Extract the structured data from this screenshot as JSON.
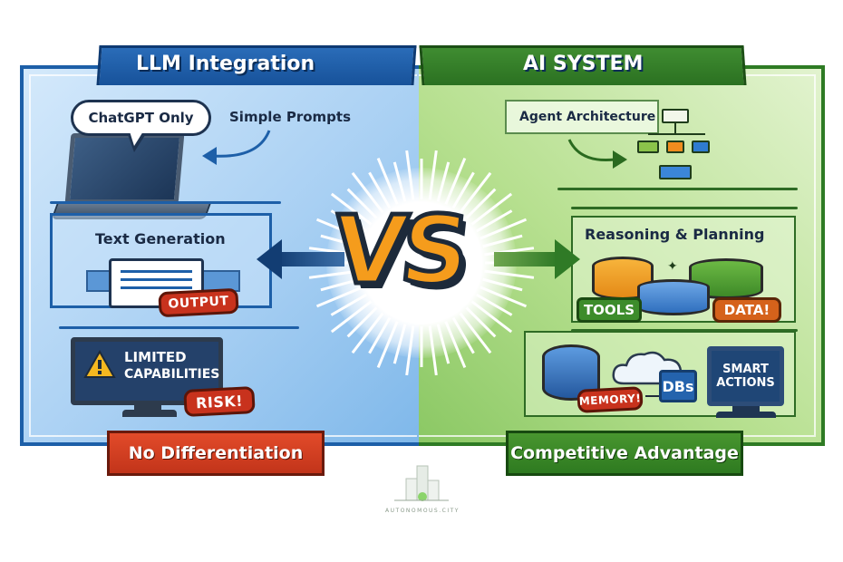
{
  "left_panel": {
    "title": "LLM Integration",
    "bubble_text": "ChatGPT Only",
    "prompt_label": "Simple Prompts",
    "text_gen_label": "Text Generation",
    "output_badge": "OUTPUT",
    "limited_line1": "LIMITED",
    "limited_line2": "CAPABILITIES",
    "risk_badge": "RISK!",
    "footer_banner": "No Differentiation",
    "colors": {
      "primary": "#1d5fa8",
      "banner": "#d13f22"
    }
  },
  "center": {
    "vs_label": "VS",
    "vs_color": "#f59c1c"
  },
  "right_panel": {
    "title": "AI SYSTEM",
    "agent_label": "Agent Architecture",
    "reasoning_label": "Reasoning & Planning",
    "tools_badge": "TOOLS",
    "data_badge": "DATA!",
    "memory_badge": "MEMORY!",
    "dbs_label": "DBs",
    "smart_line1": "SMART",
    "smart_line2": "ACTIONS",
    "footer_banner": "Competitive Advantage",
    "colors": {
      "primary": "#2e7b24",
      "banner": "#3d8a2a"
    }
  },
  "logo": {
    "text": "AUTONOMOUS.CITY"
  }
}
